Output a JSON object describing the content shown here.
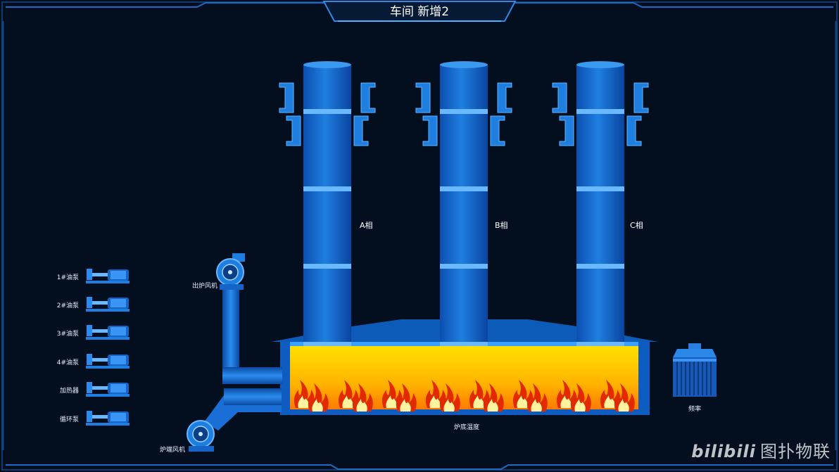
{
  "header": {
    "title": "车间 新增2"
  },
  "phases": [
    "A相",
    "B相",
    "C相"
  ],
  "pumps": [
    "1#油泵",
    "2#油泵",
    "3#油泵",
    "4#油泵",
    "加热器",
    "循环泵"
  ],
  "fans": {
    "outlet": "出炉风机",
    "inlet": "炉端风机"
  },
  "furnace": {
    "label": "炉底温度"
  },
  "motor": {
    "label": "频率"
  },
  "watermark": {
    "brand": "bilibili",
    "text": "图扑物联"
  },
  "colors": {
    "accent": "#1f7fe0",
    "pipe": "#1565c8",
    "flame": "#ff4500",
    "bg": "#030f1f"
  }
}
